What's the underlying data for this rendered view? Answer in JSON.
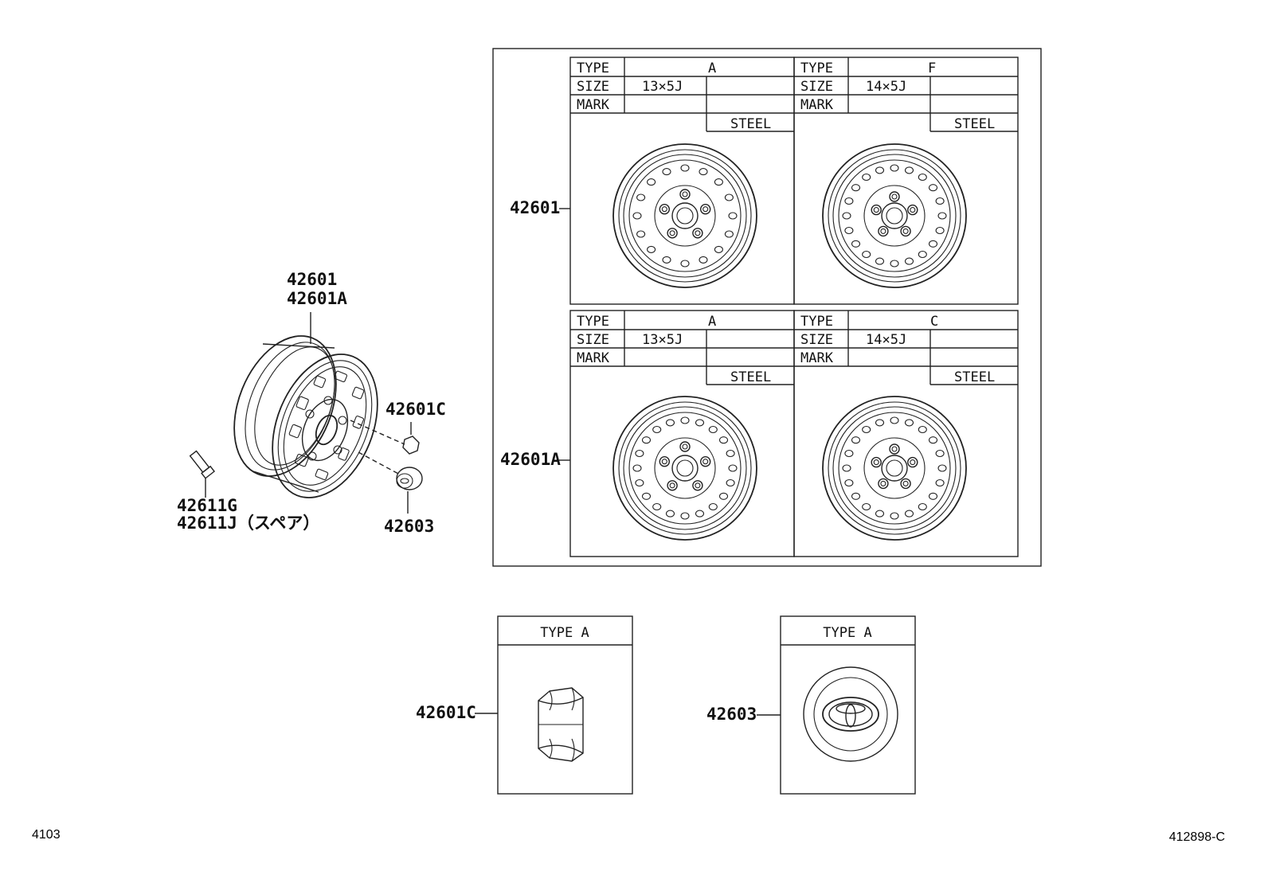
{
  "callouts": {
    "wheel_top": "42601",
    "wheel_top_a": "42601A",
    "nut": "42601C",
    "valve_g": "42611G",
    "valve_j": "42611J（スペア）",
    "cap": "42603",
    "row1": "42601",
    "row2": "42601A",
    "nut_box": "42601C",
    "cap_box": "42603"
  },
  "table_labels": {
    "type": "TYPE",
    "size": "SIZE",
    "mark": "MARK",
    "material": "STEEL"
  },
  "wheel_tables": [
    {
      "type": "A",
      "size": "13×5J"
    },
    {
      "type": "F",
      "size": "14×5J"
    },
    {
      "type": "A",
      "size": "13×5J"
    },
    {
      "type": "C",
      "size": "14×5J"
    }
  ],
  "detail_boxes": [
    {
      "title": "TYPE A"
    },
    {
      "title": "TYPE A"
    }
  ],
  "footer": {
    "left": "4103",
    "right": "412898-C"
  }
}
